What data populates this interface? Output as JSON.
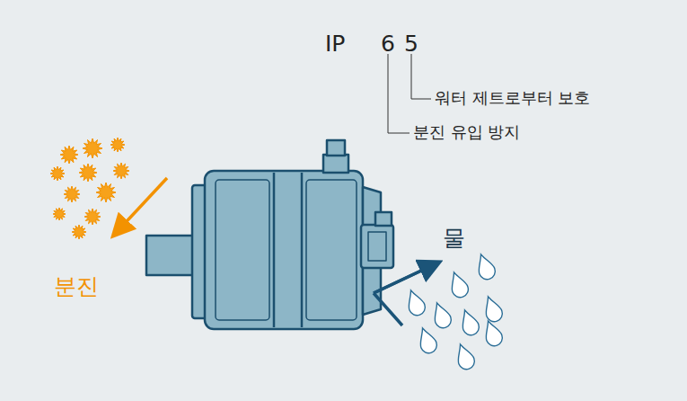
{
  "diagram": {
    "labels": [
      "IP",
      "6",
      "5",
      "워터 제트로부터 보호",
      "분진 유입 방지",
      "분진",
      "물"
    ]
  }
}
